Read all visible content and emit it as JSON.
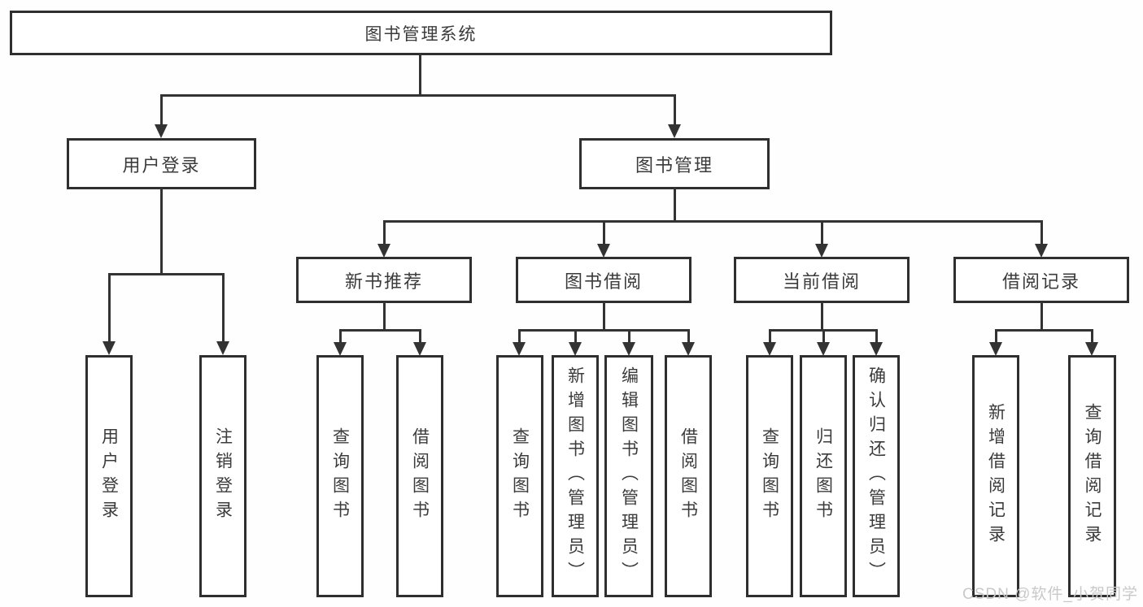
{
  "diagram": {
    "root": "图书管理系统",
    "children": [
      {
        "label": "用户登录",
        "children": [
          {
            "label": "用户登录"
          },
          {
            "label": "注销登录"
          }
        ]
      },
      {
        "label": "图书管理",
        "children": [
          {
            "label": "新书推荐",
            "children": [
              {
                "label": "查询图书"
              },
              {
                "label": "借阅图书"
              }
            ]
          },
          {
            "label": "图书借阅",
            "children": [
              {
                "label": "查询图书"
              },
              {
                "label": "新增图书（管理员）"
              },
              {
                "label": "编辑图书（管理员）"
              },
              {
                "label": "借阅图书"
              }
            ]
          },
          {
            "label": "当前借阅",
            "children": [
              {
                "label": "查询图书"
              },
              {
                "label": "归还图书"
              },
              {
                "label": "确认归还（管理员）"
              }
            ]
          },
          {
            "label": "借阅记录",
            "children": [
              {
                "label": "新增借阅记录"
              },
              {
                "label": "查询借阅记录"
              }
            ]
          }
        ]
      }
    ]
  },
  "watermark": {
    "text": "CSDN @软件_小贺同学"
  },
  "colors": {
    "line": "#333333",
    "box_border": "#2f2f2f",
    "text": "#3b3b3b",
    "watermark": "#c9c9c9",
    "background": "#fefefe"
  }
}
